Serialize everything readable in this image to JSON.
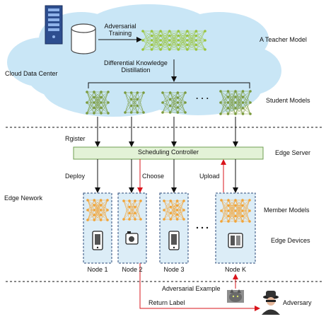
{
  "labels": {
    "adversarial_training": "Adversarial\nTraining",
    "teacher_model": "A Teacher Model",
    "cloud_data_center": "Cloud Data Center",
    "dkd": "Differential Knowledge\nDistillation",
    "student_models": "Student Models",
    "ellipsis": "· · ·",
    "register": "Rgister",
    "scheduling_controller": "Scheduling Controller",
    "edge_server": "Edge Server",
    "deploy": "Deploy",
    "choose": "Choose",
    "upload": "Upload",
    "edge_network": "Edge Nework",
    "member_models": "Member Models",
    "edge_devices": "Edge Devices",
    "node_1": "Node 1",
    "node_2": "Node 2",
    "node_3": "Node 3",
    "node_k": "Node K",
    "adversarial_example": "Adversarial Example",
    "return_label": "Return Label",
    "adversary": "Adversary"
  },
  "colors": {
    "cloud": "#c9e6f6",
    "controller_fill": "#e3f2d7",
    "controller_border": "#6f9f52",
    "node_fill": "#dcedf7",
    "node_border": "#2b4a7a",
    "member_net": "#f2a436",
    "student_net": "#7a9a3c",
    "teacher_net": "#9ac43c",
    "red_arrow": "#d9141b"
  },
  "icons": {
    "server": "server-rack-icon",
    "database": "database-icon",
    "device": "mobile-device-icon",
    "cat": "cat-image-icon",
    "adversary": "spy-hacker-icon"
  }
}
